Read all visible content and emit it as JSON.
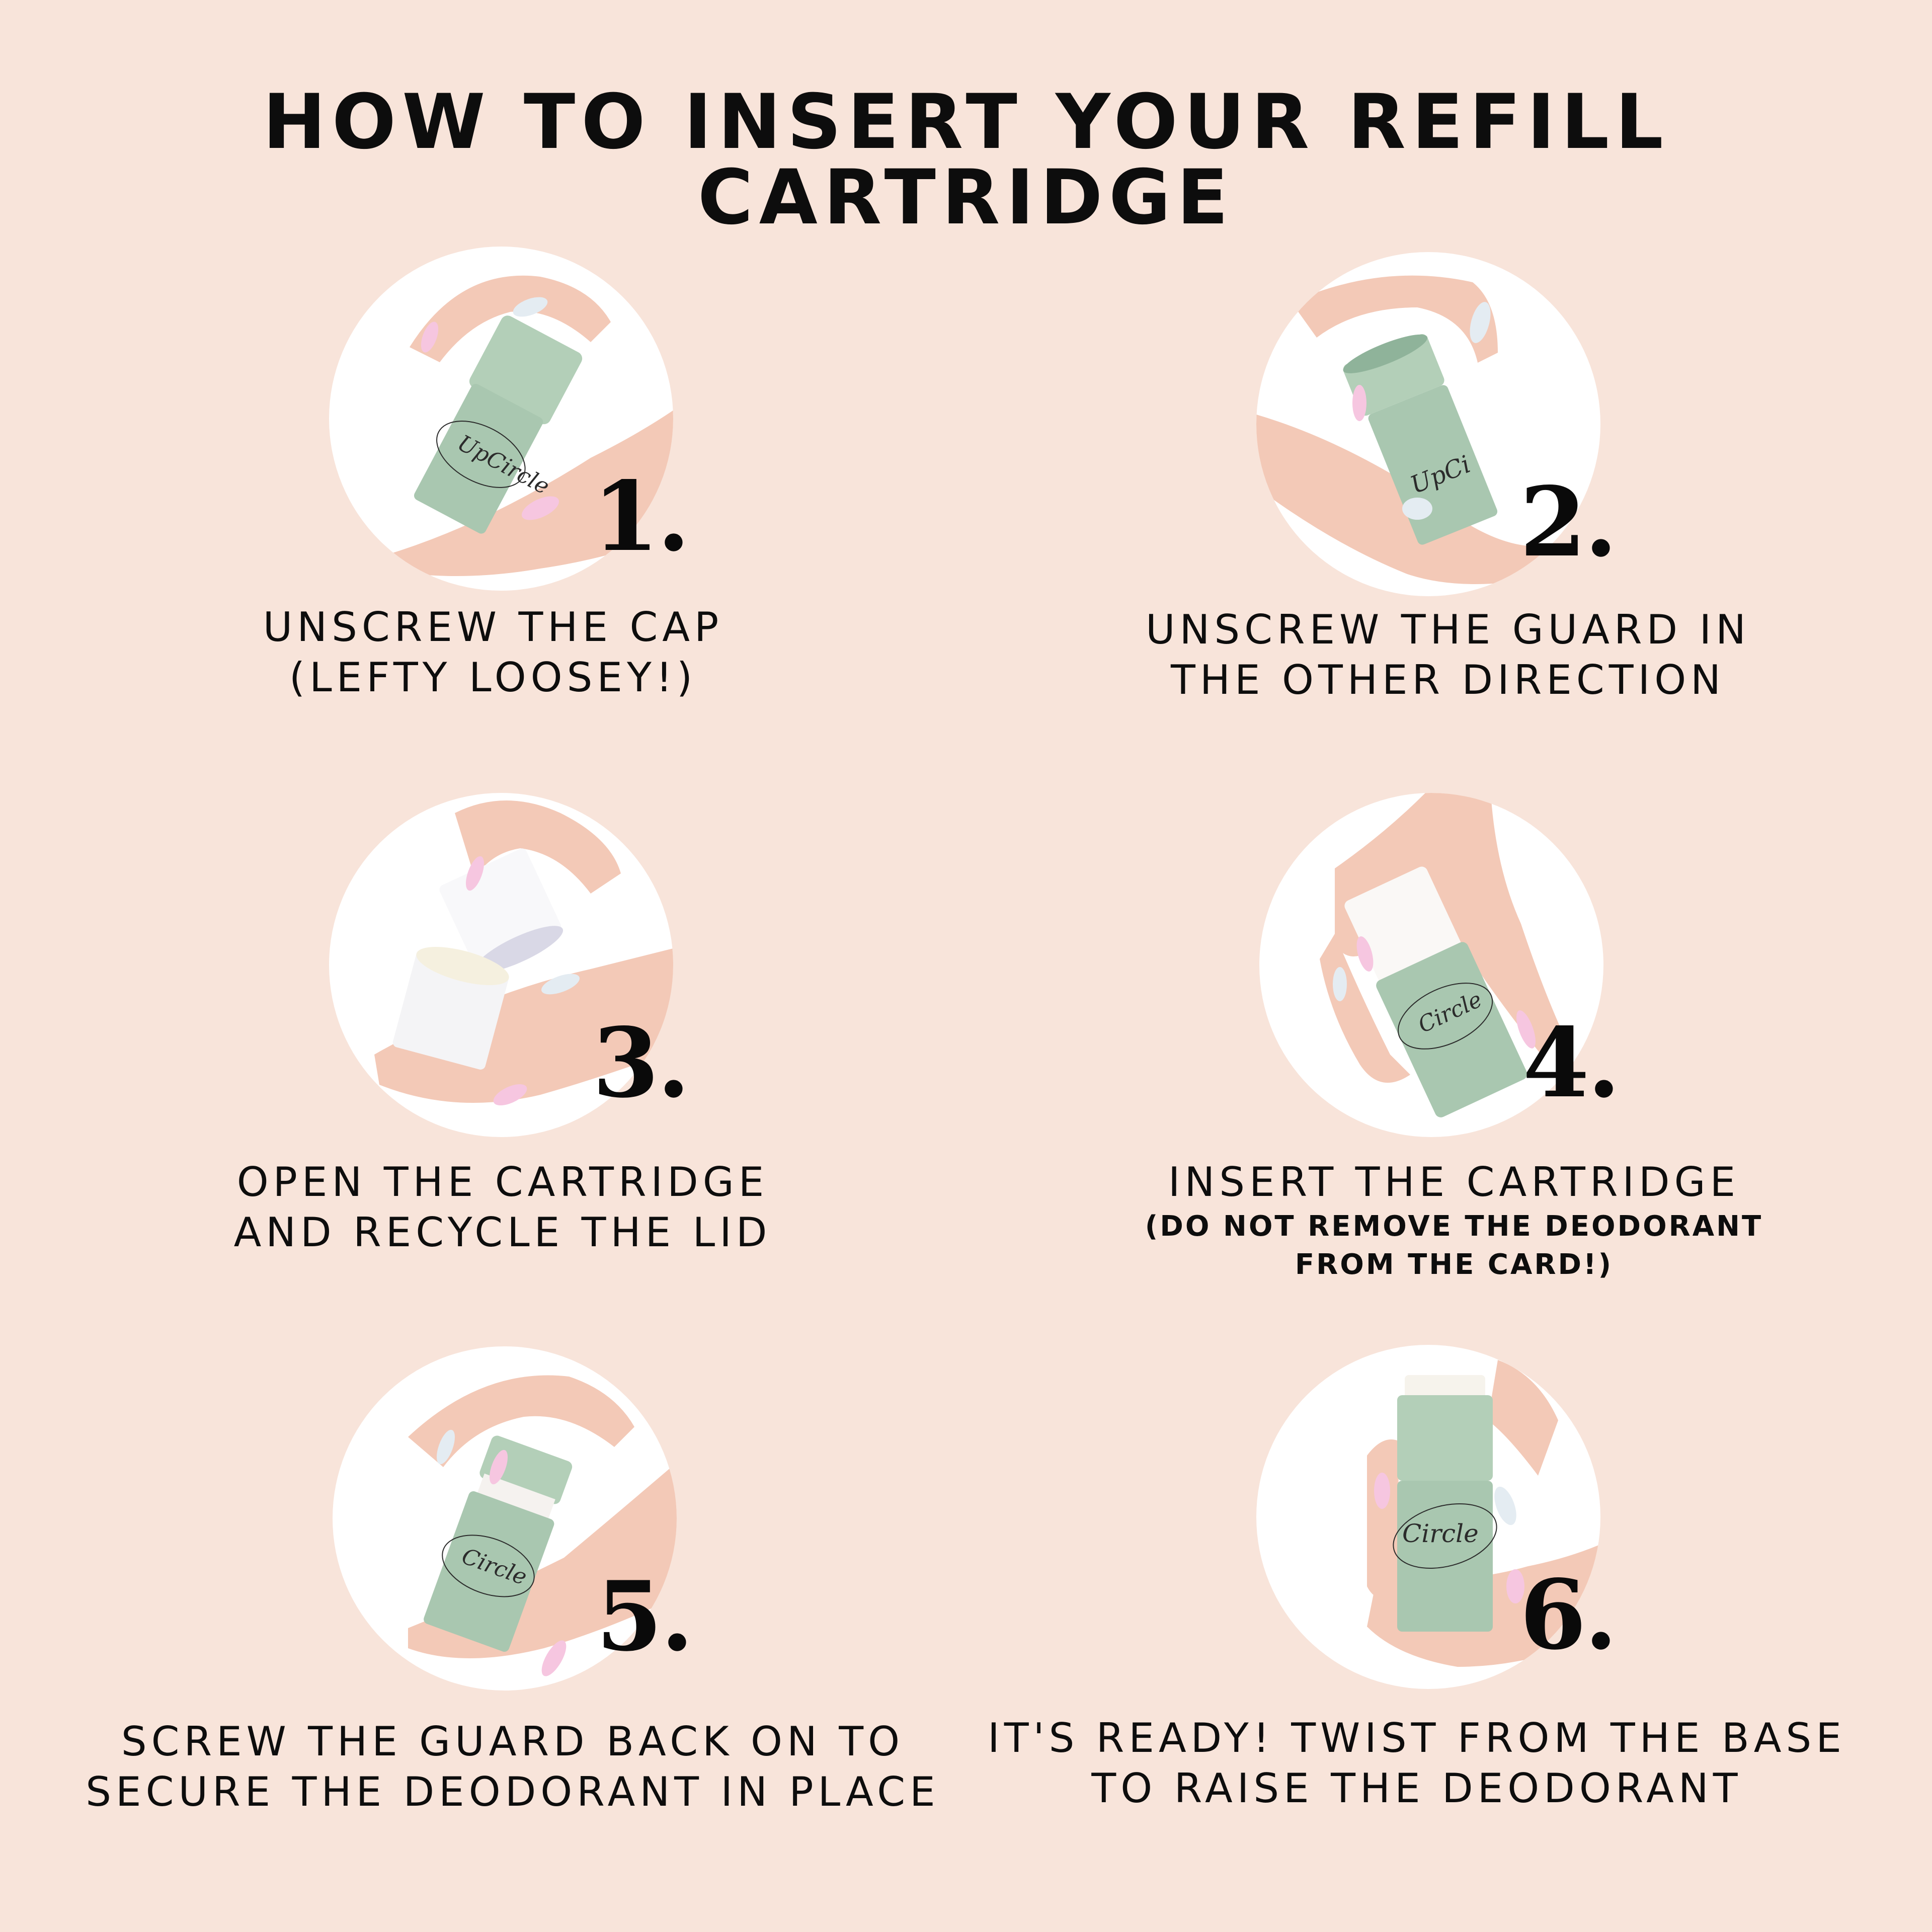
{
  "title": "HOW TO INSERT YOUR REFILL CARTRIDGE",
  "colors": {
    "background": "#F8E4DA",
    "circle": "#FFFFFF",
    "product_green": "#A9C7B0",
    "text": "#0D0D0D"
  },
  "steps": [
    {
      "number": "1.",
      "image": "hand-unscrewing-cap-icon",
      "lines": [
        "UNSCREW THE CAP",
        "(LEFTY LOOSEY!)"
      ],
      "note": []
    },
    {
      "number": "2.",
      "image": "hand-unscrewing-guard-icon",
      "lines": [
        "UNSCREW THE GUARD IN",
        "THE OTHER DIRECTION"
      ],
      "note": []
    },
    {
      "number": "3.",
      "image": "hand-opening-cartridge-icon",
      "lines": [
        "OPEN THE CARTRIDGE",
        "AND RECYCLE THE LID"
      ],
      "note": []
    },
    {
      "number": "4.",
      "image": "hand-inserting-cartridge-icon",
      "lines": [
        "INSERT THE CARTRIDGE"
      ],
      "note": [
        "(DO NOT REMOVE THE DEODORANT",
        "FROM THE CARD!)"
      ]
    },
    {
      "number": "5.",
      "image": "hand-screwing-guard-icon",
      "lines": [
        "SCREW THE GUARD BACK ON TO",
        "SECURE THE DEODORANT IN PLACE"
      ],
      "note": []
    },
    {
      "number": "6.",
      "image": "hand-holding-ready-deodorant-icon",
      "lines": [
        "IT'S READY! TWIST FROM THE BASE",
        "TO RAISE THE DEODORANT"
      ],
      "note": []
    }
  ],
  "brand_label": "UpCircle"
}
